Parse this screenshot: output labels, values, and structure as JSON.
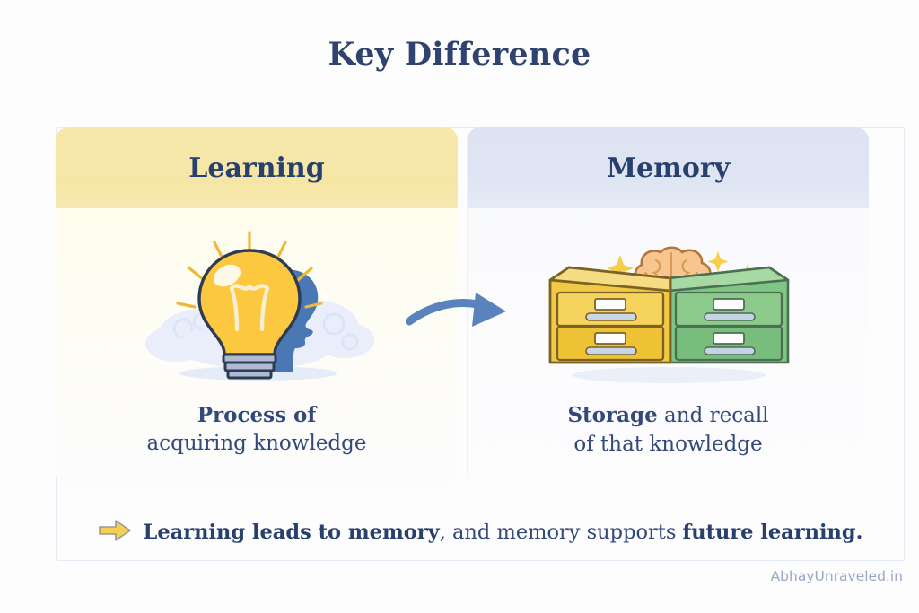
{
  "title": "Key Difference",
  "panels": [
    {
      "key": "learning",
      "heading": "Learning",
      "header_color": "#f6e6a6",
      "body_color": "#fdfae4",
      "caption_bold": "Process of",
      "caption_rest": "acquiring knowledge",
      "illustration": "lightbulb-head-icon"
    },
    {
      "key": "memory",
      "heading": "Memory",
      "header_color": "#dde3f2",
      "body_color": "#f7f8fc",
      "caption_bold": "Storage",
      "caption_rest": " and recall",
      "caption_line2": "of that knowledge",
      "illustration": "filing-cabinet-brain-icon"
    }
  ],
  "connector": {
    "icon": "curved-arrow-right-icon",
    "color": "#5a82bd"
  },
  "footer": {
    "icon": "yellow-arrow-right-icon",
    "icon_color": "#f2cf55",
    "bold_1": "Learning leads to memory",
    "middle": ", and memory supports ",
    "bold_2": "future learning."
  },
  "watermark": "AbhayUnraveled.in",
  "colors": {
    "navy": "#27406d",
    "text_blue": "#32497a",
    "yellow": "#f6c944",
    "green": "#7cc47f",
    "brain": "#f6c08a",
    "head_blue": "#4a78b5"
  }
}
